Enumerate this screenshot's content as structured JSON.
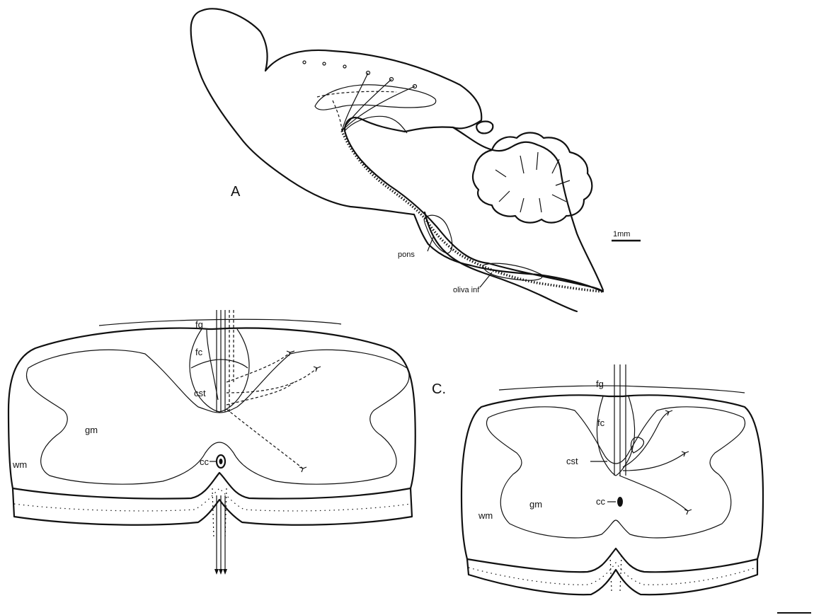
{
  "panels": {
    "a": {
      "letter": "A",
      "scale": "1mm",
      "labels": {
        "pons": "pons",
        "oliva": "oliva inf"
      }
    },
    "b": {
      "labels": {
        "fg": "fg",
        "fc": "fc",
        "cst": "cst",
        "gm": "gm",
        "cc": "cc",
        "wm": "wm"
      }
    },
    "c": {
      "letter": "C.",
      "labels": {
        "fg": "fg",
        "fc": "fc",
        "cst": "cst",
        "gm": "gm",
        "cc": "cc",
        "wm": "wm"
      }
    }
  }
}
